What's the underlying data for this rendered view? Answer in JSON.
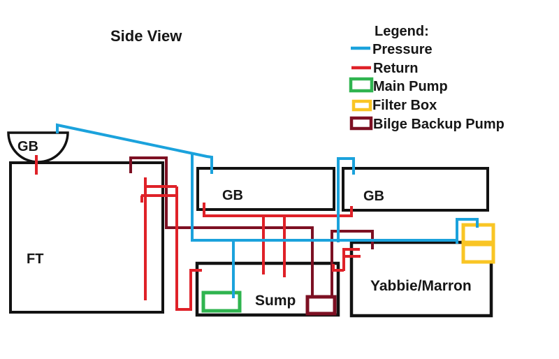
{
  "title": "Side View",
  "colors": {
    "pressure": "#1BA2DC",
    "return": "#DF2128",
    "main_pump": "#2FB44F",
    "filter_box": "#F9C525",
    "bilge_pump": "#7D1023",
    "outline": "#121212"
  },
  "legend": {
    "title": "Legend:",
    "items": [
      {
        "label": "Pressure",
        "swatch": "pressure-line"
      },
      {
        "label": "Return",
        "swatch": "return-line"
      },
      {
        "label": "Main Pump",
        "swatch": "main-pump-box"
      },
      {
        "label": "Filter Box",
        "swatch": "filter-box"
      },
      {
        "label": "Bilge Backup Pump",
        "swatch": "bilge-backup-pump-box"
      }
    ]
  },
  "labels": {
    "gb_bowl": "GB",
    "ft": "FT",
    "gb_mid": "GB",
    "gb_right": "GB",
    "sump": "Sump",
    "yabbie_marron": "Yabbie/Marron"
  }
}
